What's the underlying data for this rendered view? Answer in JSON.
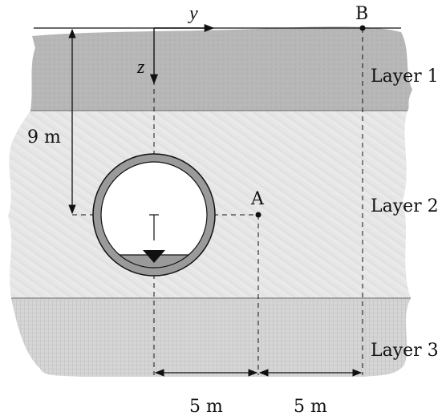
{
  "axes": {
    "horizontal": "y",
    "vertical": "z"
  },
  "points": {
    "a": "A",
    "b": "B"
  },
  "layers": [
    "Layer 1",
    "Layer 2",
    "Layer 3"
  ],
  "dimensions": {
    "depth": "9 m",
    "span_left": "5 m",
    "span_right": "5 m"
  },
  "colors": {
    "layer1": "#b9b9b9",
    "layer2": "#e4e4e4",
    "layer3": "#d3d3d3",
    "pipe_wall": "#9a9a9a",
    "line": "#111111"
  }
}
